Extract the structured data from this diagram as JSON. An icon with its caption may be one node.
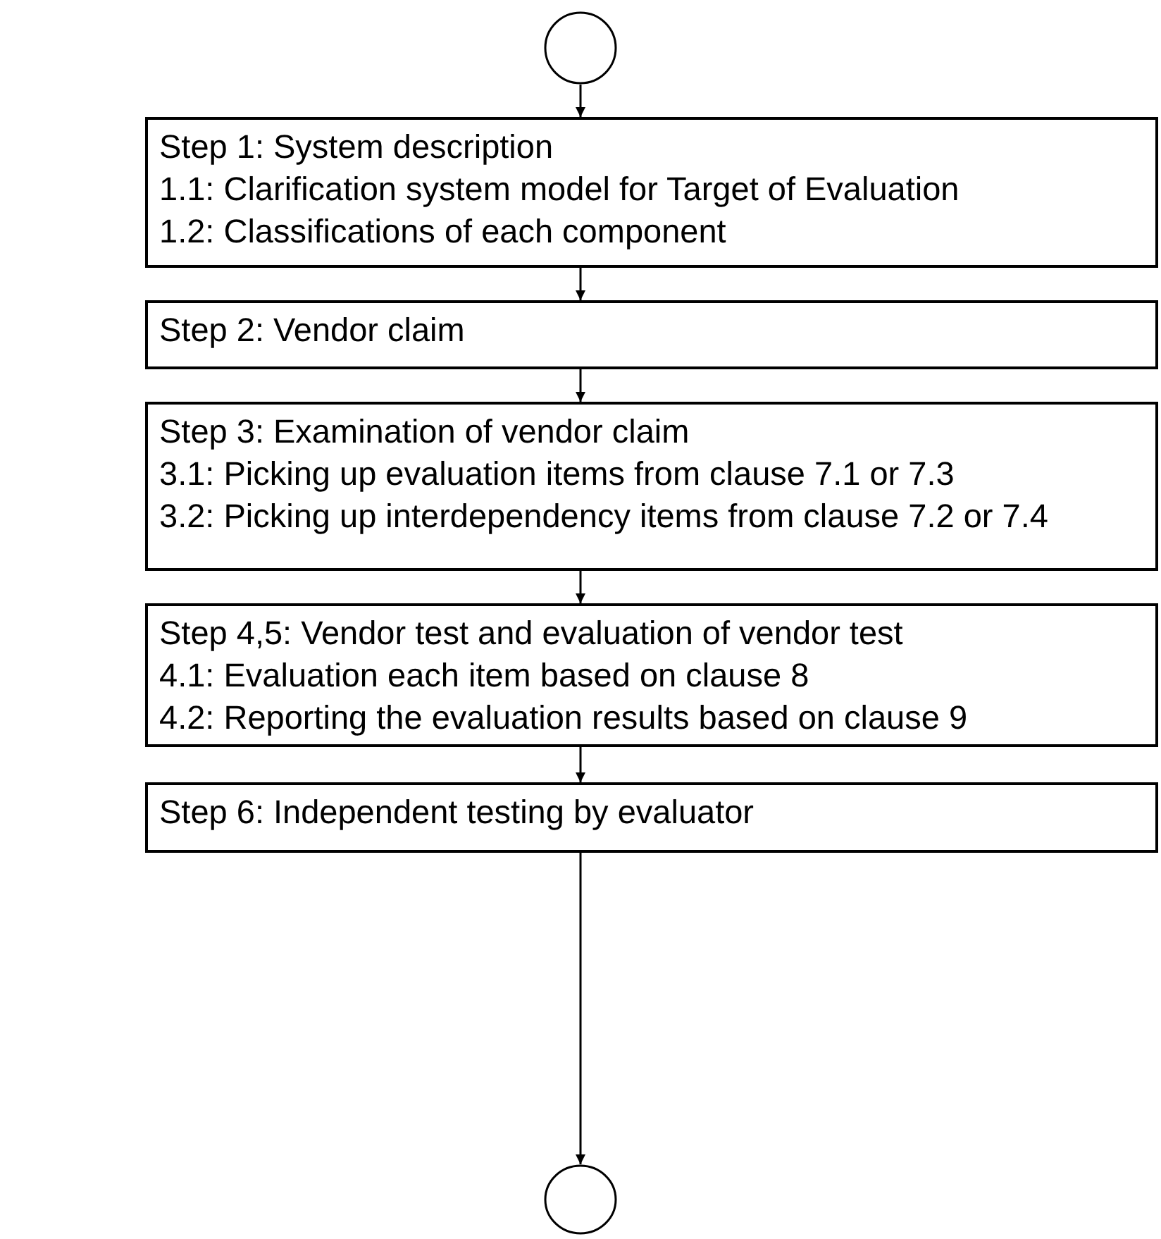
{
  "diagram": {
    "nodes": [
      {
        "text": [],
        "shape": "circle"
      },
      {
        "text": [
          "Step 1: System description",
          "1.1: Clarification system model for Target of Evaluation",
          "1.2: Classifications of each component"
        ]
      },
      {
        "text": [
          "Step 2: Vendor claim"
        ]
      },
      {
        "text": [
          "Step 3: Examination of vendor claim",
          "3.1: Picking up evaluation items from clause 7.1 or 7.3",
          "3.2: Picking up interdependency items from clause 7.2 or 7.4"
        ]
      },
      {
        "text": [
          "Step 4,5: Vendor test and evaluation of vendor test",
          "4.1: Evaluation each item based on clause 8",
          "4.2: Reporting the evaluation results based on clause 9"
        ]
      },
      {
        "text": [
          "Step 6: Independent testing by evaluator"
        ]
      },
      {
        "text": [],
        "shape": "circle"
      }
    ],
    "edges": [
      {
        "from": 0,
        "to": 1,
        "arrow": "to"
      },
      {
        "from": 1,
        "to": 2,
        "arrow": "to"
      },
      {
        "from": 2,
        "to": 3,
        "arrow": "to"
      },
      {
        "from": 3,
        "to": 4,
        "arrow": "to"
      },
      {
        "from": 4,
        "to": 5,
        "arrow": "to"
      },
      {
        "from": 5,
        "to": 6,
        "arrow": "to"
      }
    ]
  }
}
